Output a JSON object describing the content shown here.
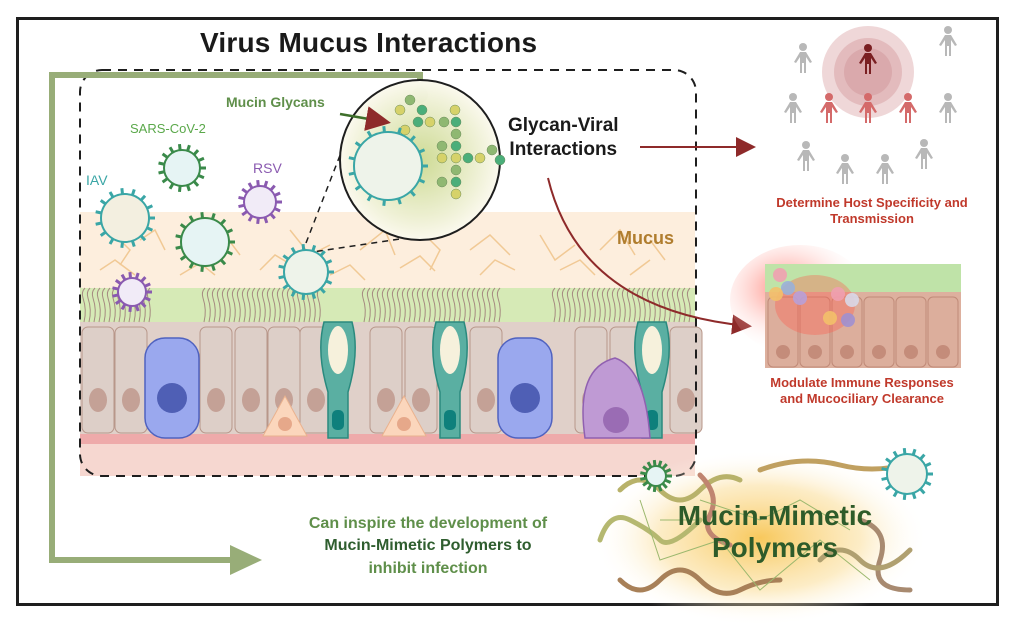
{
  "title": "Virus Mucus Interactions",
  "labels": {
    "mucin_glycans": "Mucin Glycans",
    "sars": "SARS-CoV-2",
    "iav": "IAV",
    "rsv": "RSV",
    "glycan_viral_line1": "Glycan-Viral",
    "glycan_viral_line2": "Interactions",
    "mucus": "Mucus",
    "host_line1": "Determine Host Specificity and",
    "host_line2": "Transmission",
    "immune_line1": "Modulate Immune Responses",
    "immune_line2": "and Mucociliary Clearance",
    "inspire_line1": "Can inspire the development of",
    "inspire_line2": "Mucin-Mimetic Polymers to",
    "inspire_line3": "inhibit infection",
    "polymers_line1": "Mucin-Mimetic",
    "polymers_line2": "Polymers"
  },
  "colors": {
    "green_arrow": "#98ad78",
    "dark_red": "#8e2a2a",
    "red_text": "#c0392b",
    "mucus_text": "#b07d2e",
    "sars": "#5aa84a",
    "iav": "#3aa6a6",
    "rsv": "#8a5ab0",
    "inspire_green": "#5f8f4a",
    "inspire_dark": "#2f5e2f",
    "polymers_text": "#2e5b2a"
  }
}
